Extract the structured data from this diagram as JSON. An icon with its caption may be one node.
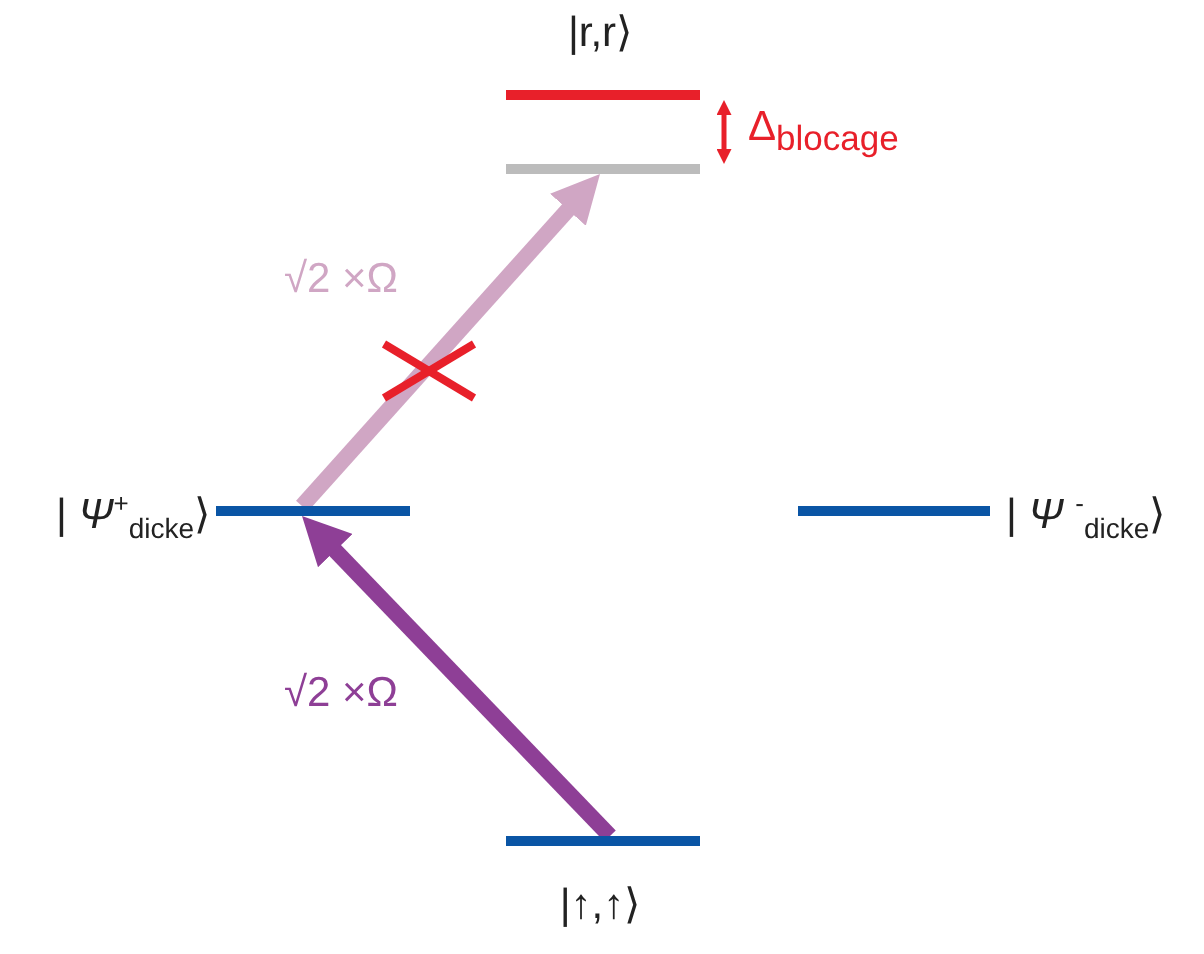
{
  "diagram": {
    "nodes": [
      {
        "text": [
          "|r,r⟩"
        ]
      },
      {
        "text": [],
        "shape": "bar"
      },
      {
        "text": [
          "| *Ψ*$^{+}$$_{dicke}$⟩"
        ]
      },
      {
        "text": [
          "| *Ψ* $^{-}$$_{dicke}$⟩"
        ]
      },
      {
        "text": [
          "|↑,↑⟩"
        ]
      }
    ],
    "edges": [
      {
        "from": 4,
        "to": 2,
        "arrow": "to",
        "label": "√2 ×Ω",
        "color": "#8e3f96"
      },
      {
        "from": 2,
        "to": 1,
        "arrow": "to",
        "label": "√2 ×Ω",
        "color": "#d0a6c4"
      },
      {
        "from": 0,
        "to": 1,
        "arrow": "both",
        "label": "Δ$_{blocage}$",
        "color": "#e8202a"
      }
    ]
  }
}
